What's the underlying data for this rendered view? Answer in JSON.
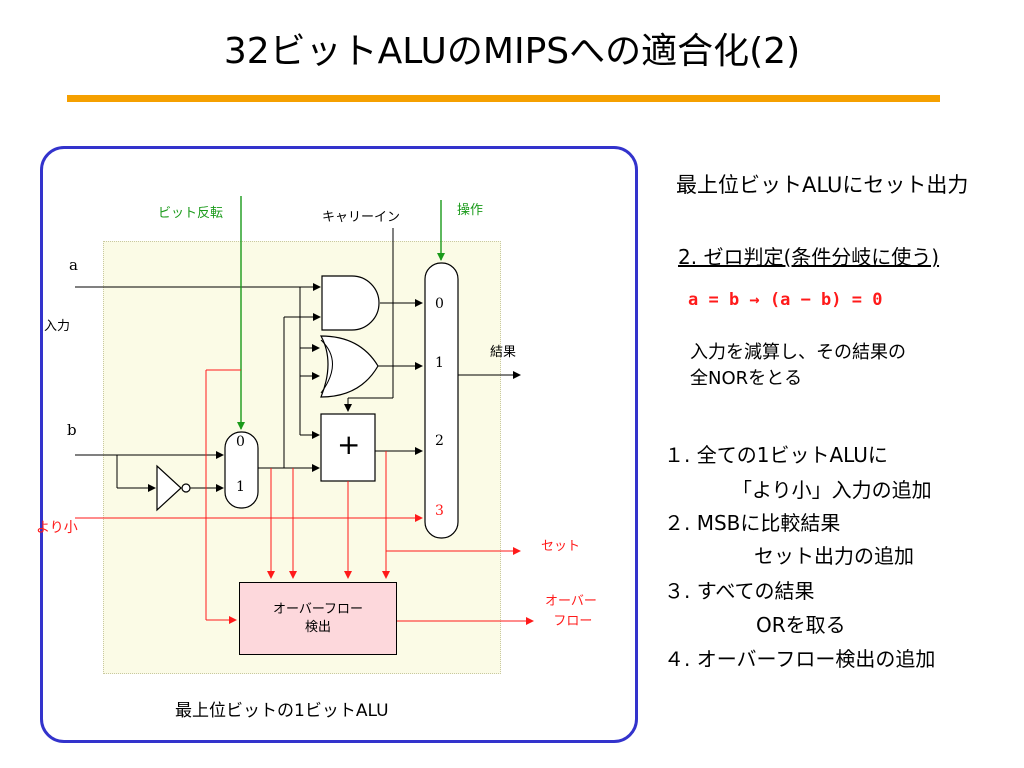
{
  "title": "32ビットALUのMIPSへの適合化(2)",
  "colors": {
    "accent_rule": "#f5a000",
    "panel_border": "#3333cc",
    "green": "#1a9a1a",
    "red": "#ff1a1a",
    "overflow_box": "#fdd8dc",
    "block_bg": "#fbfbe6"
  },
  "diagram": {
    "label_invert": "ビット反転",
    "label_carry_in": "キャリーイン",
    "label_operation": "操作",
    "input_a": "a",
    "input_b": "b",
    "label_input": "入力",
    "label_less": "より小",
    "label_result": "結果",
    "mux_left": [
      "0",
      "1"
    ],
    "mux_right": [
      "0",
      "1",
      "2",
      "3"
    ],
    "adder_symbol": "+",
    "label_set": "セット",
    "label_overflow_out": [
      "オーバー",
      "フロー"
    ],
    "overflow_box": [
      "オーバーフロー",
      "検出"
    ],
    "caption": "最上位ビットの1ビットALU"
  },
  "right": {
    "heading": "最上位ビットALUにセット出力",
    "sub_heading": "2. ゼロ判定(条件分岐に使う)",
    "code": "a = b → (a − b) = 0",
    "desc": [
      "入力を減算し、その結果の",
      "全NORをとる"
    ],
    "list": [
      "１. 全ての1ビットALUに",
      "「より小」入力の追加",
      "２. MSBに比較結果",
      "セット出力の追加",
      "３. すべての結果",
      "ORを取る",
      "４. オーバーフロー検出の追加"
    ]
  }
}
